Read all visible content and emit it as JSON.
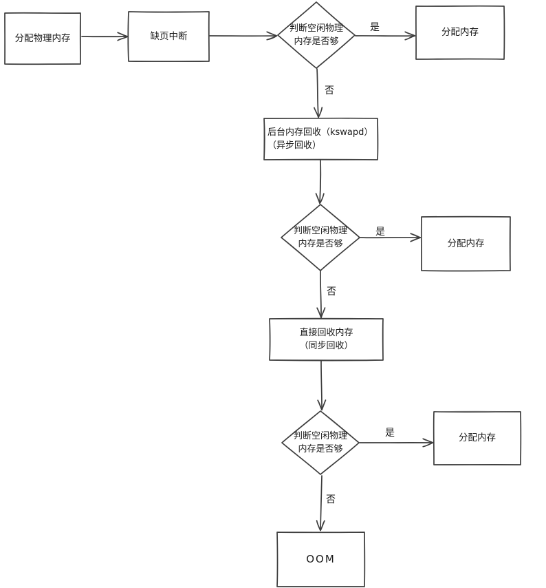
{
  "diagram": {
    "nodes": {
      "alloc_physical": "分配物理内存",
      "page_fault": "缺页中断",
      "decision1": "判断空闲物理\n内存是否够",
      "alloc_memory_1": "分配内存",
      "kswapd": "后台内存回收（kswapd）\n（异步回收）",
      "decision2": "判断空闲物理\n内存是否够",
      "alloc_memory_2": "分配内存",
      "direct_reclaim": "直接回收内存\n（同步回收）",
      "decision3": "判断空闲物理\n内存是否够",
      "alloc_memory_3": "分配内存",
      "oom": "OOM"
    },
    "edge_labels": {
      "yes1": "是",
      "no1": "否",
      "yes2": "是",
      "no2": "否",
      "yes3": "是",
      "no3": "否"
    },
    "colors": {
      "stroke": "#3d3d3d",
      "text": "#1a1a1a",
      "background": "#ffffff"
    }
  }
}
